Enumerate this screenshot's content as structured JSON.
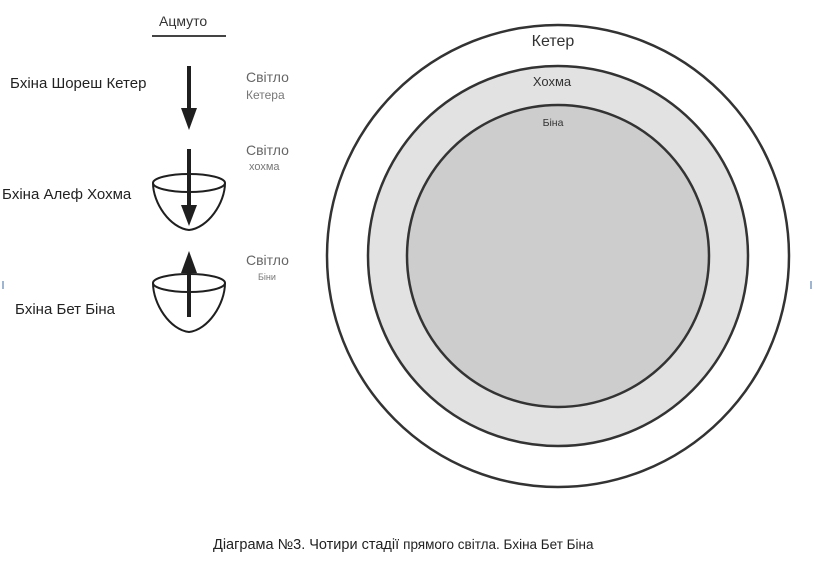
{
  "diagram": {
    "atzmut_label": "Ацмуто",
    "stages": [
      {
        "name": "Бхіна Шореш Кетер",
        "light_title": "Світло",
        "light_sub": "Кетера"
      },
      {
        "name": "Бхіна Алеф Хохма",
        "light_title": "Світло",
        "light_sub": "хохма"
      },
      {
        "name": "Бхіна Бет Біна",
        "light_title": "Світло",
        "light_sub": "Біни"
      }
    ],
    "circles": {
      "outer": "Кетер",
      "middle": "Хохма",
      "inner": "Біна"
    },
    "colors": {
      "outer_fill": "#ffffff",
      "middle_fill": "#e2e2e2",
      "inner_fill": "#cdcdcd",
      "stroke": "#333333"
    }
  },
  "caption": {
    "part1": "Діаграма №3. Чотири стадії",
    "part2": "прямого світла. Бхіна Бет Біна"
  }
}
